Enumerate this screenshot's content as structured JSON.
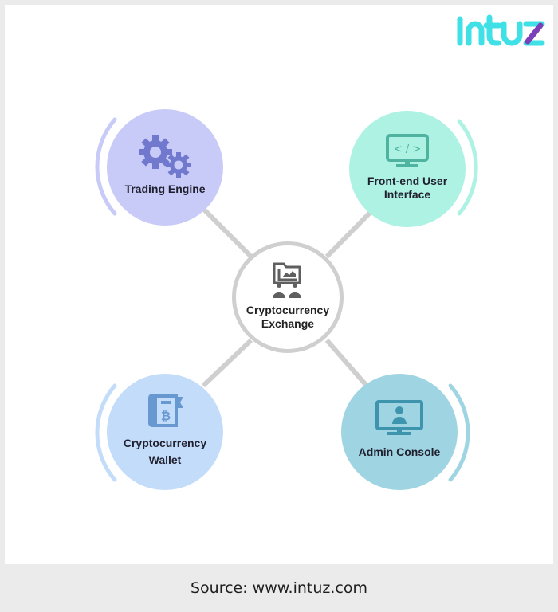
{
  "logo": {
    "text": "intuz",
    "primary_color": "#3fe0e6",
    "accent_color": "#7b3fb8"
  },
  "center": {
    "label_line1": "Cryptocurrency",
    "label_line2": "Exchange",
    "icon": "exchange-dashboard-icon",
    "border_color": "#cfcfcf",
    "icon_color": "#5f5f5f"
  },
  "nodes": [
    {
      "id": "trading-engine",
      "label_line1": "Trading Engine",
      "label_line2": "",
      "icon": "gears-icon",
      "fill": "#c8cbf7",
      "icon_color": "#7179cf",
      "arc_color": "#c8cbf7"
    },
    {
      "id": "front-end-ui",
      "label_line1": "Front-end User",
      "label_line2": "Interface",
      "icon": "code-monitor-icon",
      "fill": "#aef2e3",
      "icon_color": "#4fb39f",
      "arc_color": "#aef2e3"
    },
    {
      "id": "crypto-wallet",
      "label_line1": "Cryptocurrency",
      "label_line2": "Wallet",
      "icon": "bitcoin-wallet-icon",
      "fill": "#c3dcfa",
      "icon_color": "#6898d0",
      "arc_color": "#c3dcfa"
    },
    {
      "id": "admin-console",
      "label_line1": "Admin Console",
      "label_line2": "",
      "icon": "user-monitor-icon",
      "fill": "#9fd5e3",
      "icon_color": "#3f94ad",
      "arc_color": "#9fd5e3"
    }
  ],
  "connector_color": "#cfcfcf",
  "footer": {
    "source_text": "Source: www.intuz.com"
  }
}
